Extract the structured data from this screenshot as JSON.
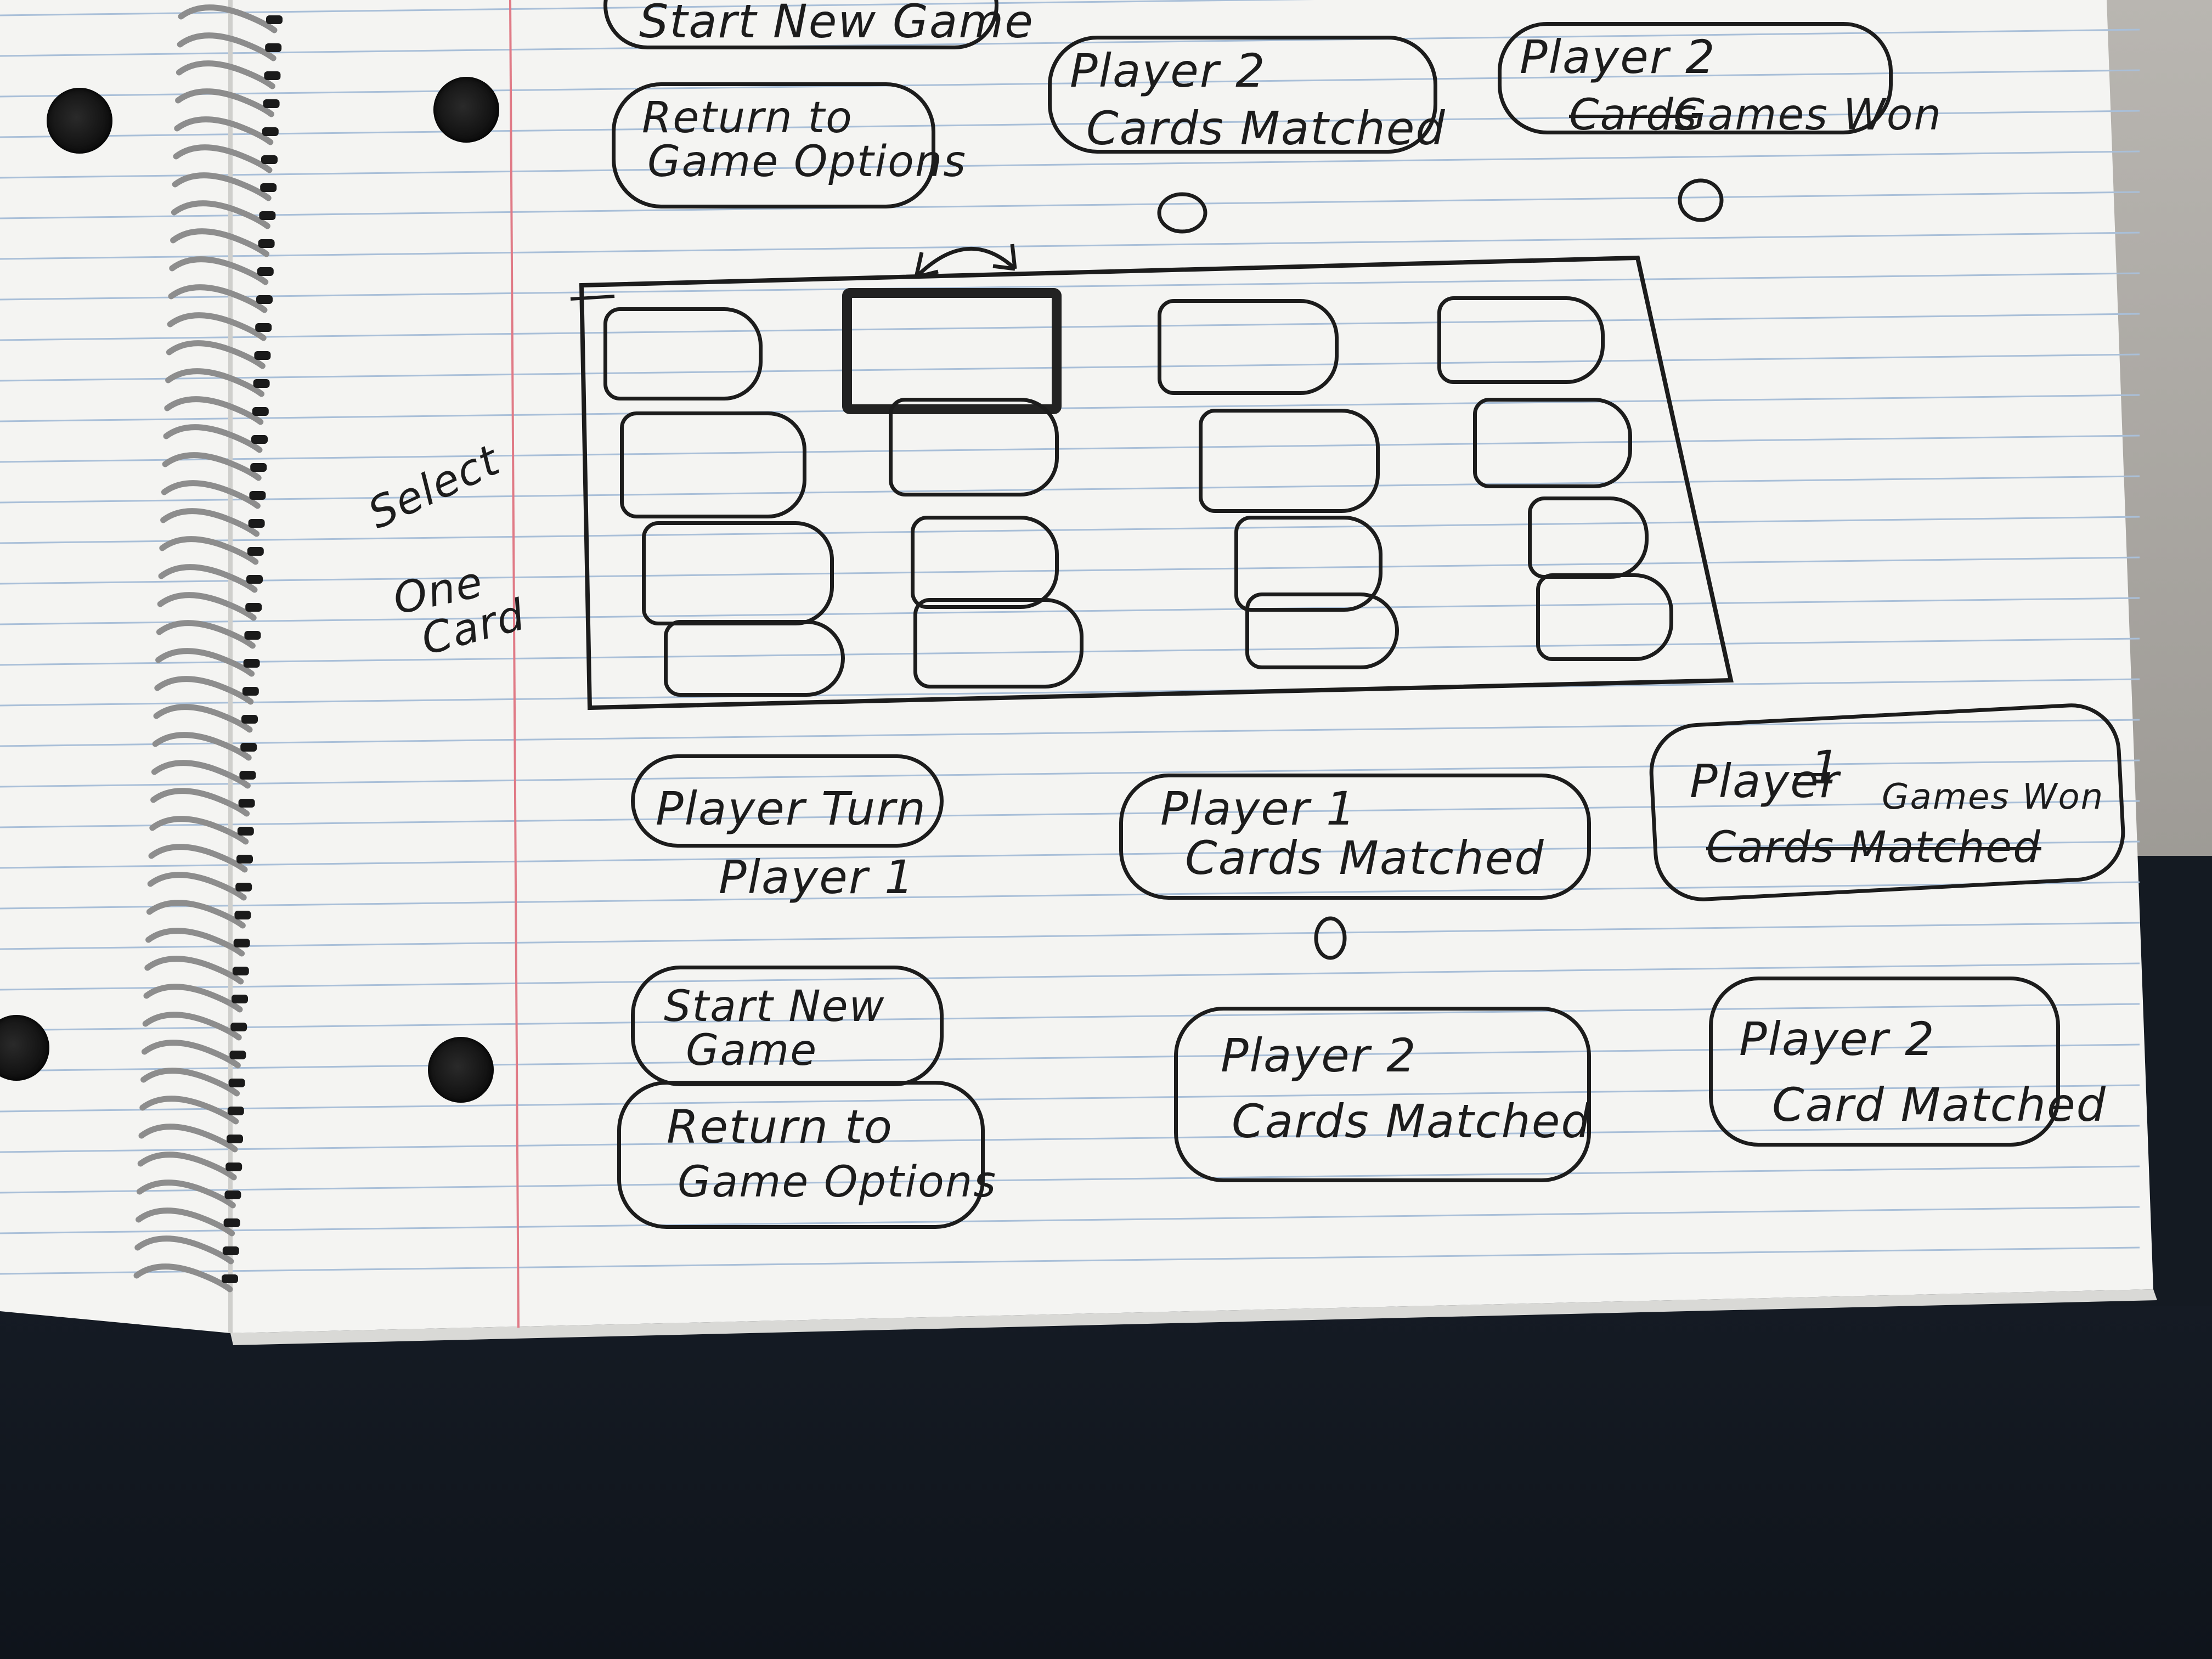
{
  "colors": {
    "paper": "#f4f4f2",
    "rule_line": "#a9bfd8",
    "margin_line": "#e07a86",
    "ink": "#1c1c1c"
  },
  "sketch": {
    "top_left_buttons": {
      "start_new_game": "Start New Game",
      "return_to_game_options": [
        "Return to",
        "Game Options"
      ]
    },
    "top_stats": {
      "p2_cards_matched": [
        "Player 2",
        "Cards Matched"
      ],
      "p2_cards_matched_value": "0",
      "p2_games_won_prefix": "Player 2",
      "p2_games_won_struck": "Cards",
      "p2_games_won_label": "Games Won",
      "p2_games_won_value": "0"
    },
    "board": {
      "flip_icon": "flip-arrows-icon",
      "cards": [
        {
          "id": "card-r1c1",
          "selected": false
        },
        {
          "id": "card-r1c2",
          "selected": true
        },
        {
          "id": "card-r1c3",
          "selected": false
        },
        {
          "id": "card-r1c4",
          "selected": false
        },
        {
          "id": "card-r2c1",
          "selected": false
        },
        {
          "id": "card-r2c2",
          "selected": false
        },
        {
          "id": "card-r2c3",
          "selected": false
        },
        {
          "id": "card-r2c4",
          "selected": false
        },
        {
          "id": "card-r3c1",
          "selected": false
        },
        {
          "id": "card-r3c2",
          "selected": false
        },
        {
          "id": "card-r3c3",
          "selected": false
        },
        {
          "id": "card-r3c4",
          "selected": false
        },
        {
          "id": "card-r4c1",
          "selected": false
        },
        {
          "id": "card-r4c2",
          "selected": false
        },
        {
          "id": "card-r4c3",
          "selected": false
        },
        {
          "id": "card-r4c4",
          "selected": false
        }
      ]
    },
    "side_note": [
      "Select",
      "One",
      "Card"
    ],
    "bottom": {
      "player_turn_label": "Player Turn",
      "player_turn_value": "Player 1",
      "p1_cards_matched": [
        "Player 1",
        "Cards Matched"
      ],
      "p1_cards_matched_value": "0",
      "p1_games_won_prefix": "Player",
      "p1_games_won_number": "1",
      "p1_games_won_label": "Games Won",
      "p1_games_won_struck": "Cards Matched",
      "start_new_game": [
        "Start New",
        "Game"
      ],
      "return_to_game_options": [
        "Return to",
        "Game Options"
      ],
      "p2_cards_matched": [
        "Player 2",
        "Cards Matched"
      ],
      "p2_card_matched_alt": [
        "Player 2",
        "Card Matched"
      ]
    }
  }
}
